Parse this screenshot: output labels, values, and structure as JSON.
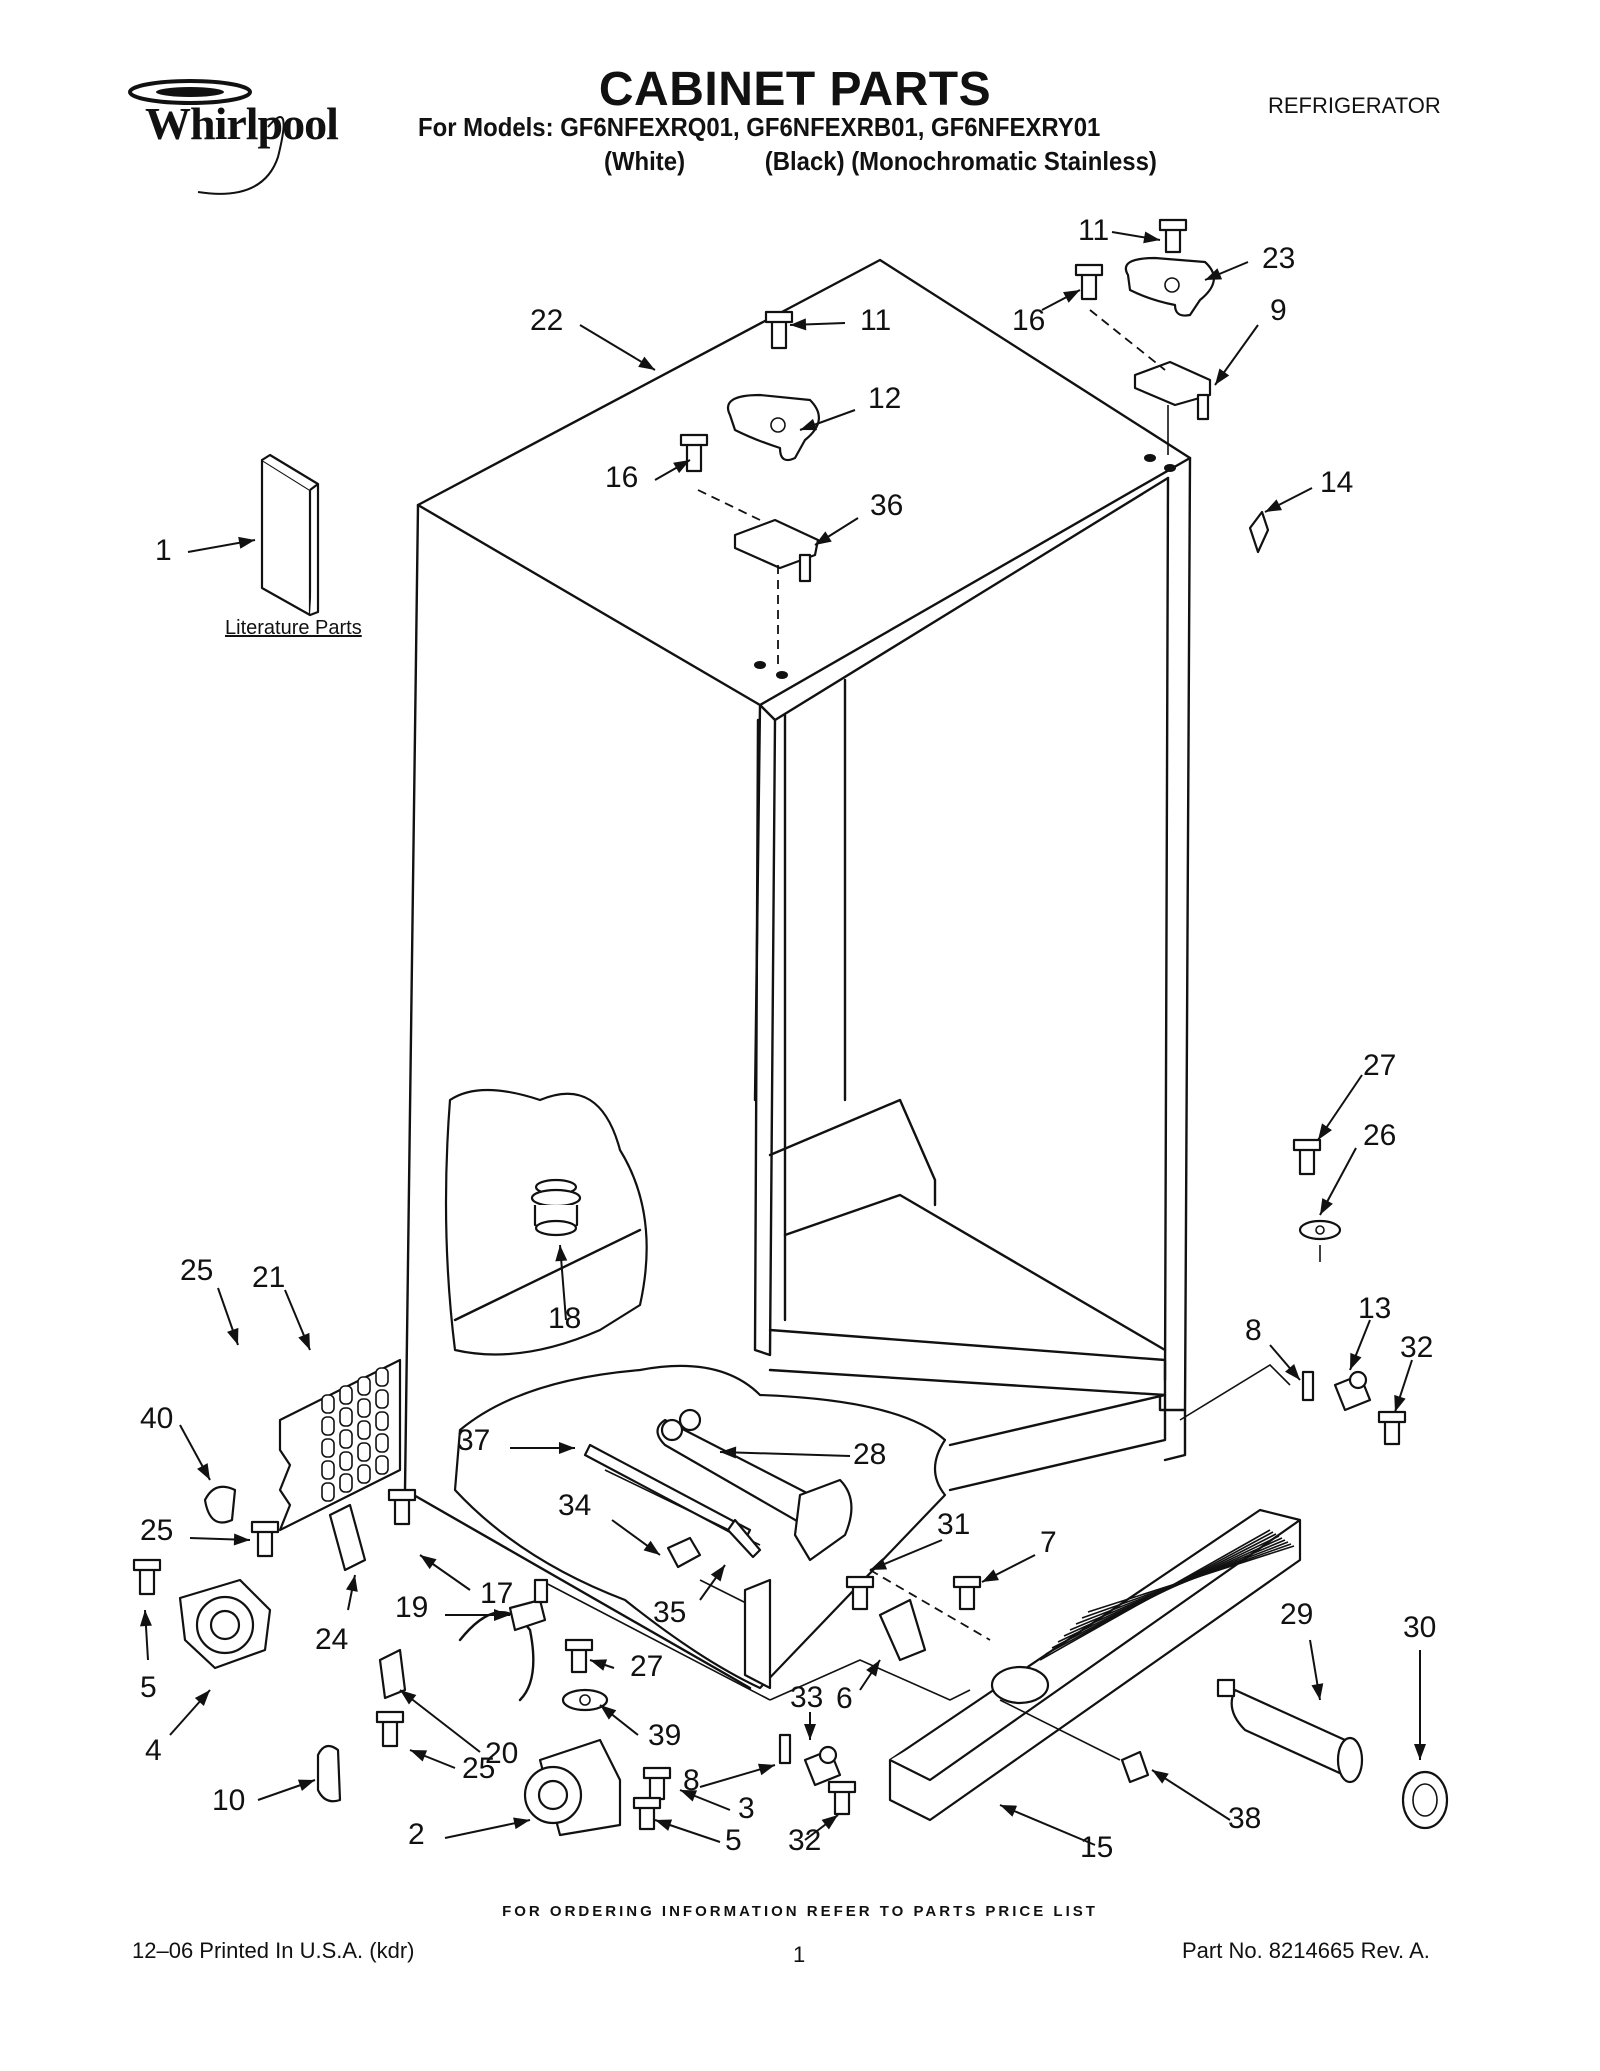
{
  "header": {
    "brand": "Whirlpool",
    "title": "CABINET PARTS",
    "models_line": "For Models: GF6NFEXRQ01, GF6NFEXRB01, GF6NFEXRY01",
    "colors_line": "(White)            (Black) (Monochromatic Stainless)",
    "appliance": "REFRIGERATOR"
  },
  "literature_label": "Literature Parts",
  "footer": {
    "ordering_note": "FOR ORDERING INFORMATION REFER TO PARTS PRICE LIST",
    "printed": "12–06 Printed In U.S.A. (kdr)",
    "page": "1",
    "part_no": "Part No. 8214665 Rev. A."
  },
  "callouts": [
    "1",
    "22",
    "11",
    "12",
    "16",
    "36",
    "11",
    "23",
    "16",
    "9",
    "14",
    "27",
    "26",
    "25",
    "21",
    "18",
    "8",
    "13",
    "32",
    "40",
    "37",
    "28",
    "25",
    "34",
    "31",
    "7",
    "17",
    "19",
    "35",
    "24",
    "29",
    "30",
    "5",
    "27",
    "33",
    "6",
    "4",
    "20",
    "39",
    "8",
    "25",
    "3",
    "10",
    "2",
    "5",
    "32",
    "15",
    "38"
  ]
}
